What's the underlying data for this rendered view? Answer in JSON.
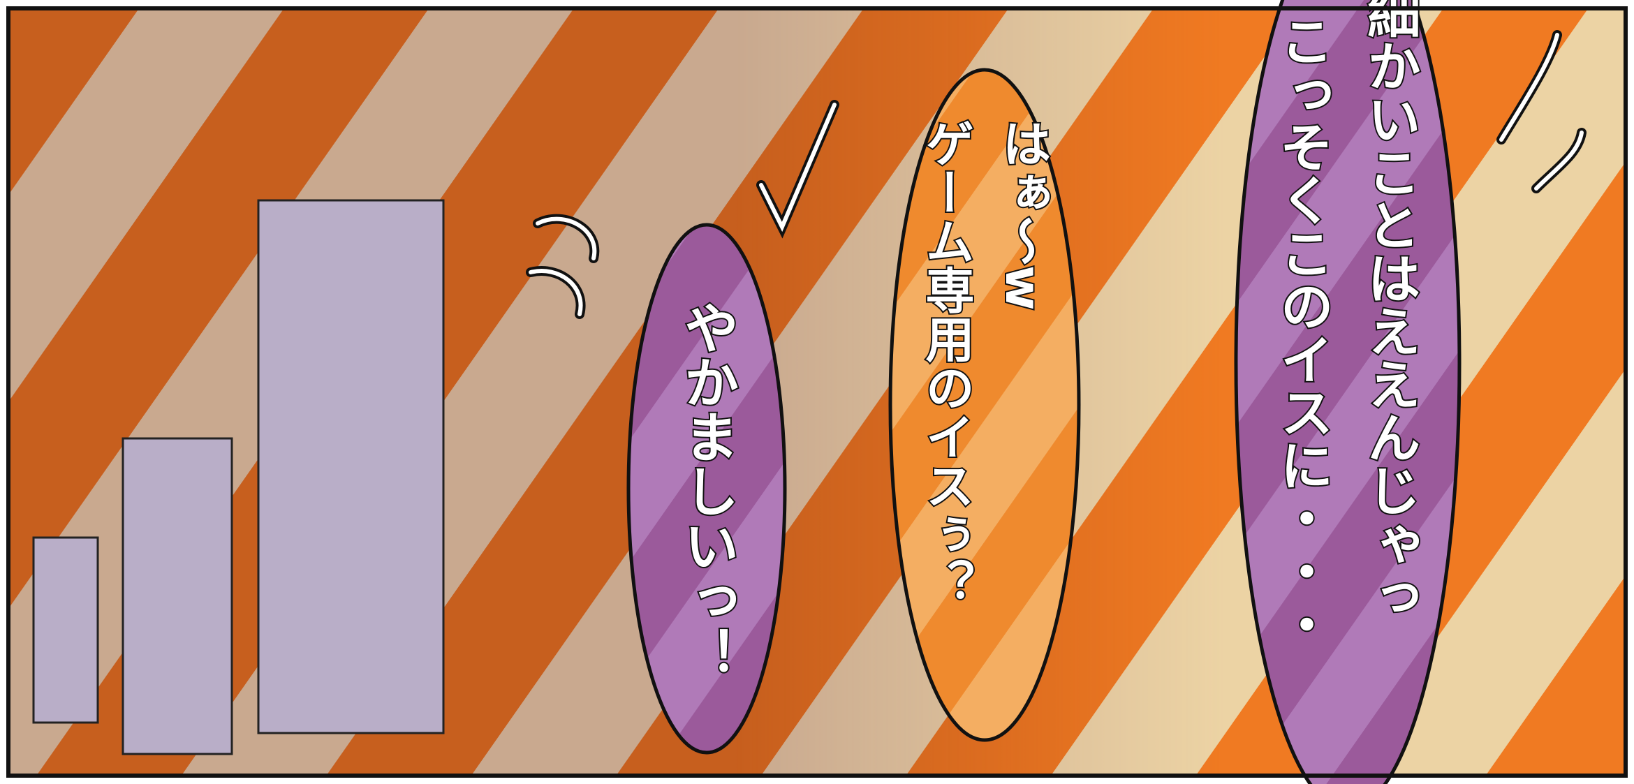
{
  "panel": {
    "colors": {
      "stripe_dark": "#c75f1e",
      "stripe_light": "#c9a98f",
      "stripe_cream": "#ecd3a4",
      "stripe_orange": "#f07a22",
      "rect_fill": "#b9aec8",
      "bubble_purple": "#9a62a8",
      "bubble_orange": "#ef8a2e",
      "outline": "#111111"
    },
    "bubbles": [
      {
        "id": "bubble-yakamashii",
        "lines": [
          "やかましいっ！"
        ]
      },
      {
        "id": "bubble-game-chair",
        "lines": [
          "はぁ～w",
          "ゲーム専用のイスぅ？"
        ]
      },
      {
        "id": "bubble-komakai",
        "lines": [
          "細かいことはええんじゃっ",
          "こっそくこのイスに・・・"
        ]
      }
    ]
  }
}
